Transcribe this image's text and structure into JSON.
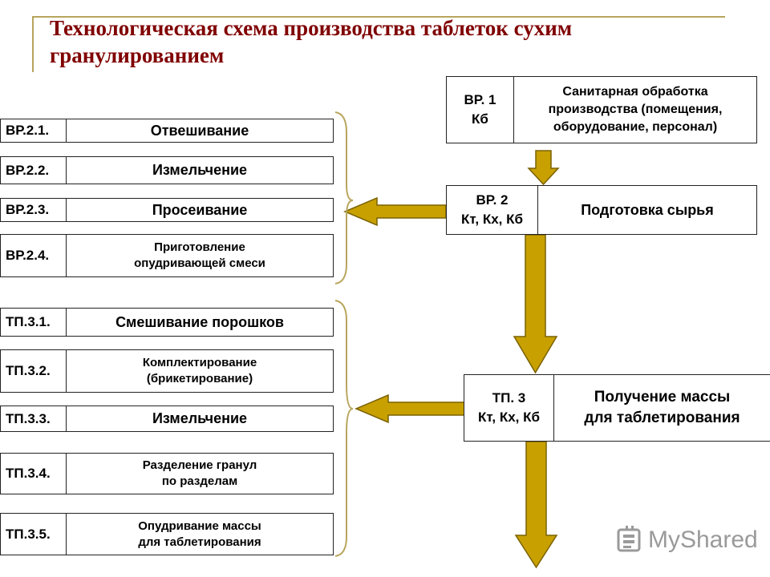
{
  "title": "Технологическая схема производства таблеток сухим гранулированием",
  "right_column": {
    "vr1": {
      "code_line1": "ВР. 1",
      "code_line2": "Кб",
      "label_line1": "Санитарная обработка",
      "label_line2": "производства (помещения,",
      "label_line3": "оборудование, персонал)"
    },
    "vr2": {
      "code_line1": "ВР. 2",
      "code_line2": "Кт, Кх, Кб",
      "label": "Подготовка сырья"
    },
    "tp3": {
      "code_line1": "ТП. 3",
      "code_line2": "Кт, Кх, Кб",
      "label_line1": "Получение массы",
      "label_line2": "для таблетирования"
    }
  },
  "vr_group": [
    {
      "code": "ВР.2.1.",
      "label": "Отвешивание"
    },
    {
      "code": "ВР.2.2.",
      "label": "Измельчение"
    },
    {
      "code": "ВР.2.3.",
      "label": "Просеивание"
    },
    {
      "code": "ВР.2.4.",
      "label_line1": "Приготовление",
      "label_line2": "опудривающей смеси"
    }
  ],
  "tp_group": [
    {
      "code": "ТП.3.1.",
      "label": "Смешивание порошков"
    },
    {
      "code": "ТП.3.2.",
      "label_line1": "Комплектирование",
      "label_line2": "(брикетирование)"
    },
    {
      "code": "ТП.3.3.",
      "label": "Измельчение"
    },
    {
      "code": "ТП.3.4.",
      "label_line1": "Разделение гранул",
      "label_line2": "по разделам"
    },
    {
      "code": "ТП.3.5.",
      "label_line1": "Опудривание массы",
      "label_line2": "для таблетирования"
    }
  ],
  "watermark": {
    "text": "MyShared"
  },
  "colors": {
    "title": "#800000",
    "arrow_fill": "#c8a000",
    "arrow_stroke": "#7a6200",
    "accent_line": "#b8a55c"
  },
  "icons": {
    "watermark_icon": "slides-icon"
  }
}
